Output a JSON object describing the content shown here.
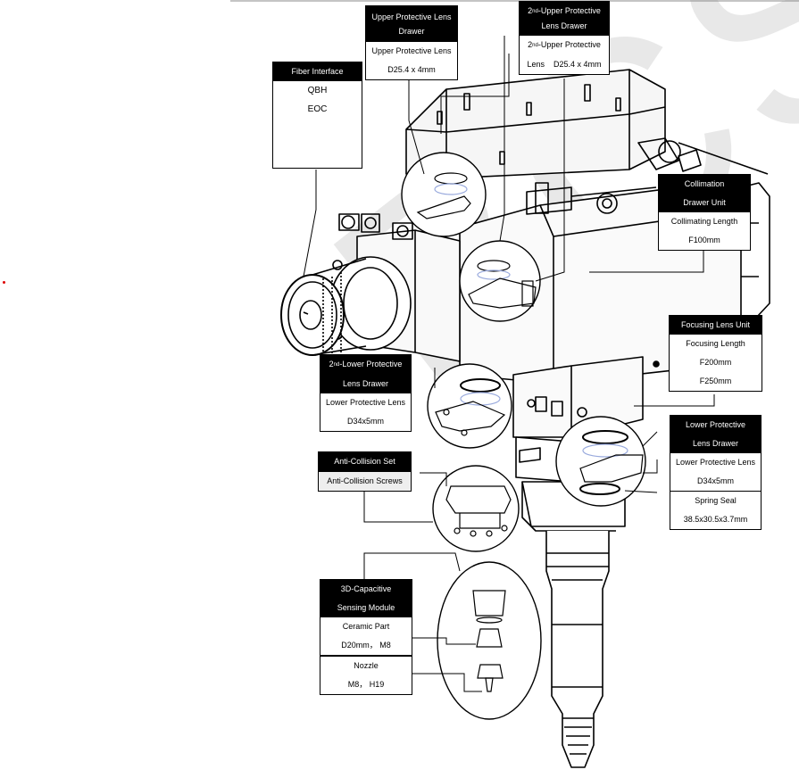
{
  "watermark": "BCS",
  "labels": {
    "upper_drawer": {
      "title": "Upper Protective Lens Drawer",
      "rows": [
        "Upper Protective Lens",
        "D25.4 x 4mm"
      ]
    },
    "upper2_drawer": {
      "title_num": "2",
      "title_sup": "nd",
      "title_rest": "-Upper Protective Lens Drawer",
      "row1_num": "2",
      "row1_sup": "nd",
      "row1_rest": "-Upper Protective",
      "row2": "Lens    D25.4 x 4mm"
    },
    "fiber": {
      "title": "Fiber Interface",
      "rows": [
        "QBH",
        "EOC"
      ]
    },
    "collimation": {
      "title_line1": "Collimation",
      "title_line2": "Drawer Unit",
      "rows": [
        "Collimating Length",
        "F100mm"
      ]
    },
    "focusing": {
      "title": "Focusing Lens Unit",
      "rows": [
        "Focusing Length",
        "F200mm",
        "F250mm"
      ]
    },
    "lower2_drawer": {
      "title_num": "2",
      "title_sup": "nd",
      "title_rest": "-Lower Protective",
      "title_line2": "Lens Drawer",
      "rows": [
        "Lower Protective Lens",
        "D34x5mm"
      ]
    },
    "lower_drawer": {
      "title_line1": "Lower Protective",
      "title_line2": "Lens Drawer",
      "rows": [
        "Lower Protective Lens",
        "D34x5mm"
      ]
    },
    "spring": {
      "rows": [
        "Spring Seal",
        "38.5x30.5x3.7mm"
      ]
    },
    "anti": {
      "title": "Anti-Collision Set",
      "rows": [
        "Anti-Collision Screws"
      ]
    },
    "sensing": {
      "title_line1": "3D-Capacitive",
      "title_line2": "Sensing Module",
      "rows": [
        "Ceramic Part",
        "D20mm， M8"
      ]
    },
    "nozzle": {
      "rows": [
        "Nozzle",
        "M8， H19"
      ]
    }
  }
}
